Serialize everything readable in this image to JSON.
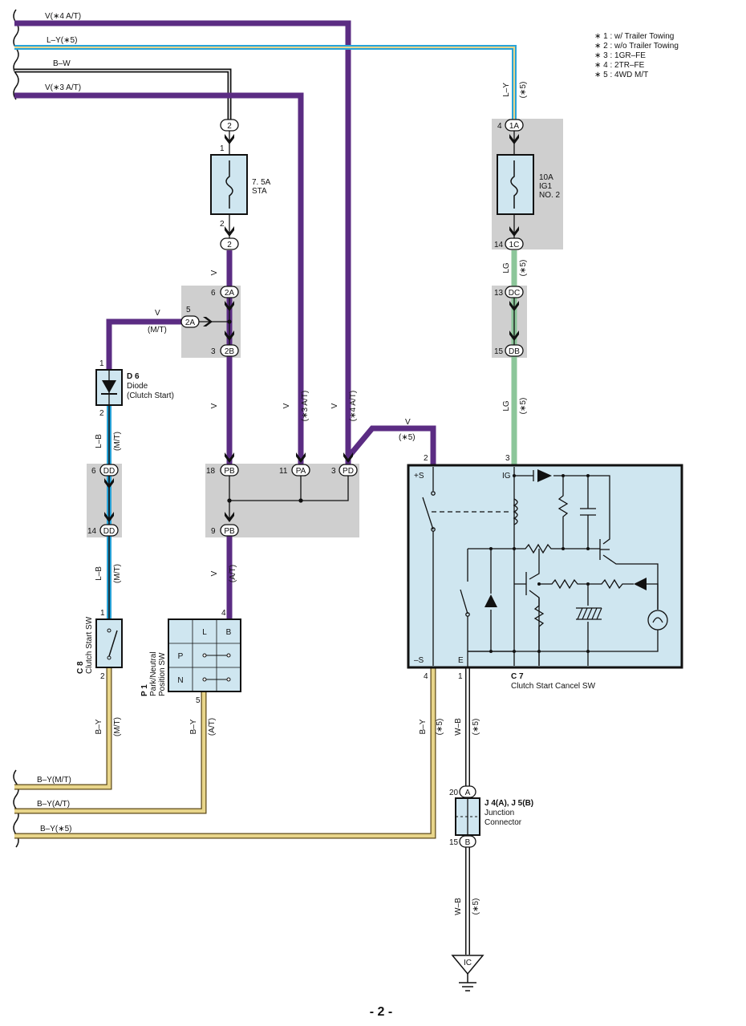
{
  "legend": [
    "∗ 1 : w/ Trailer Towing",
    "∗ 2 : w/o Trailer Towing",
    "∗ 3 : 1GR–FE",
    "∗ 4 : 2TR–FE",
    "∗ 5 : 4WD M/T"
  ],
  "wires": {
    "top_v4": "V(∗4 A/T)",
    "top_ly": "L–Y(∗5)",
    "top_bw": "B–W",
    "top_v3": "V(∗3 A/T)",
    "bot_by_mt": "B–Y(M/T)",
    "bot_by_at": "B–Y(A/T)",
    "bot_by_5": "B–Y(∗5)"
  },
  "fuse_sta": {
    "amp": "7. 5A",
    "name": "STA"
  },
  "fuse_ig1": {
    "amp": "10A",
    "name": "IG1",
    "no": "NO. 2"
  },
  "connectors": {
    "c2": "2",
    "c2A": "2A",
    "c2B": "2B",
    "cPB": "PB",
    "cPA": "PA",
    "cPD": "PD",
    "cDD": "DD",
    "c1A": "1A",
    "c1C": "1C",
    "cDC": "DC",
    "cDB": "DB",
    "cA": "A",
    "cB": "B"
  },
  "pins": {
    "p1": "1",
    "p2": "2",
    "p3": "3",
    "p4": "4",
    "p5": "5",
    "p6": "6",
    "p9": "9",
    "p11": "11",
    "p13": "13",
    "p14": "14",
    "p15": "15",
    "p18": "18",
    "p20": "20"
  },
  "wire_labels": {
    "v": "V",
    "mt": "(M/T)",
    "at": "(A/T)",
    "star3at": "(∗3 A/T)",
    "star4at": "(∗4 A/T)",
    "star5": "(∗5)",
    "lb": "L–B",
    "by": "B–Y",
    "wb": "W–B",
    "lg": "LG",
    "ly": "L–Y"
  },
  "d6": {
    "code": "D 6",
    "name1": "Diode",
    "name2": "(Clutch Start)"
  },
  "c8": {
    "code": "C 8",
    "name": "Clutch Start SW"
  },
  "p1": {
    "code": "P 1",
    "name1": "Park/Neutral",
    "name2": "Position SW",
    "col_l": "L",
    "col_b": "B",
    "row_p": "P",
    "row_n": "N"
  },
  "c7": {
    "code": "C 7",
    "name": "Clutch Start Cancel SW",
    "term_s_plus": "+S",
    "term_ig": "IG",
    "term_s_minus": "–S",
    "term_e": "E"
  },
  "junction": {
    "code": "J 4(A), J 5(B)",
    "name1": "Junction",
    "name2": "Connector"
  },
  "ground": {
    "label": "IC"
  },
  "page_number": "- 2 -",
  "colors": {
    "violet": "#5b2c83",
    "yellow": "#e8d58a",
    "lightblue": "#29a3d8",
    "lightgreen": "#8cc69a",
    "component": "#cfe6f0",
    "junction_bg": "#cfcfcf"
  }
}
